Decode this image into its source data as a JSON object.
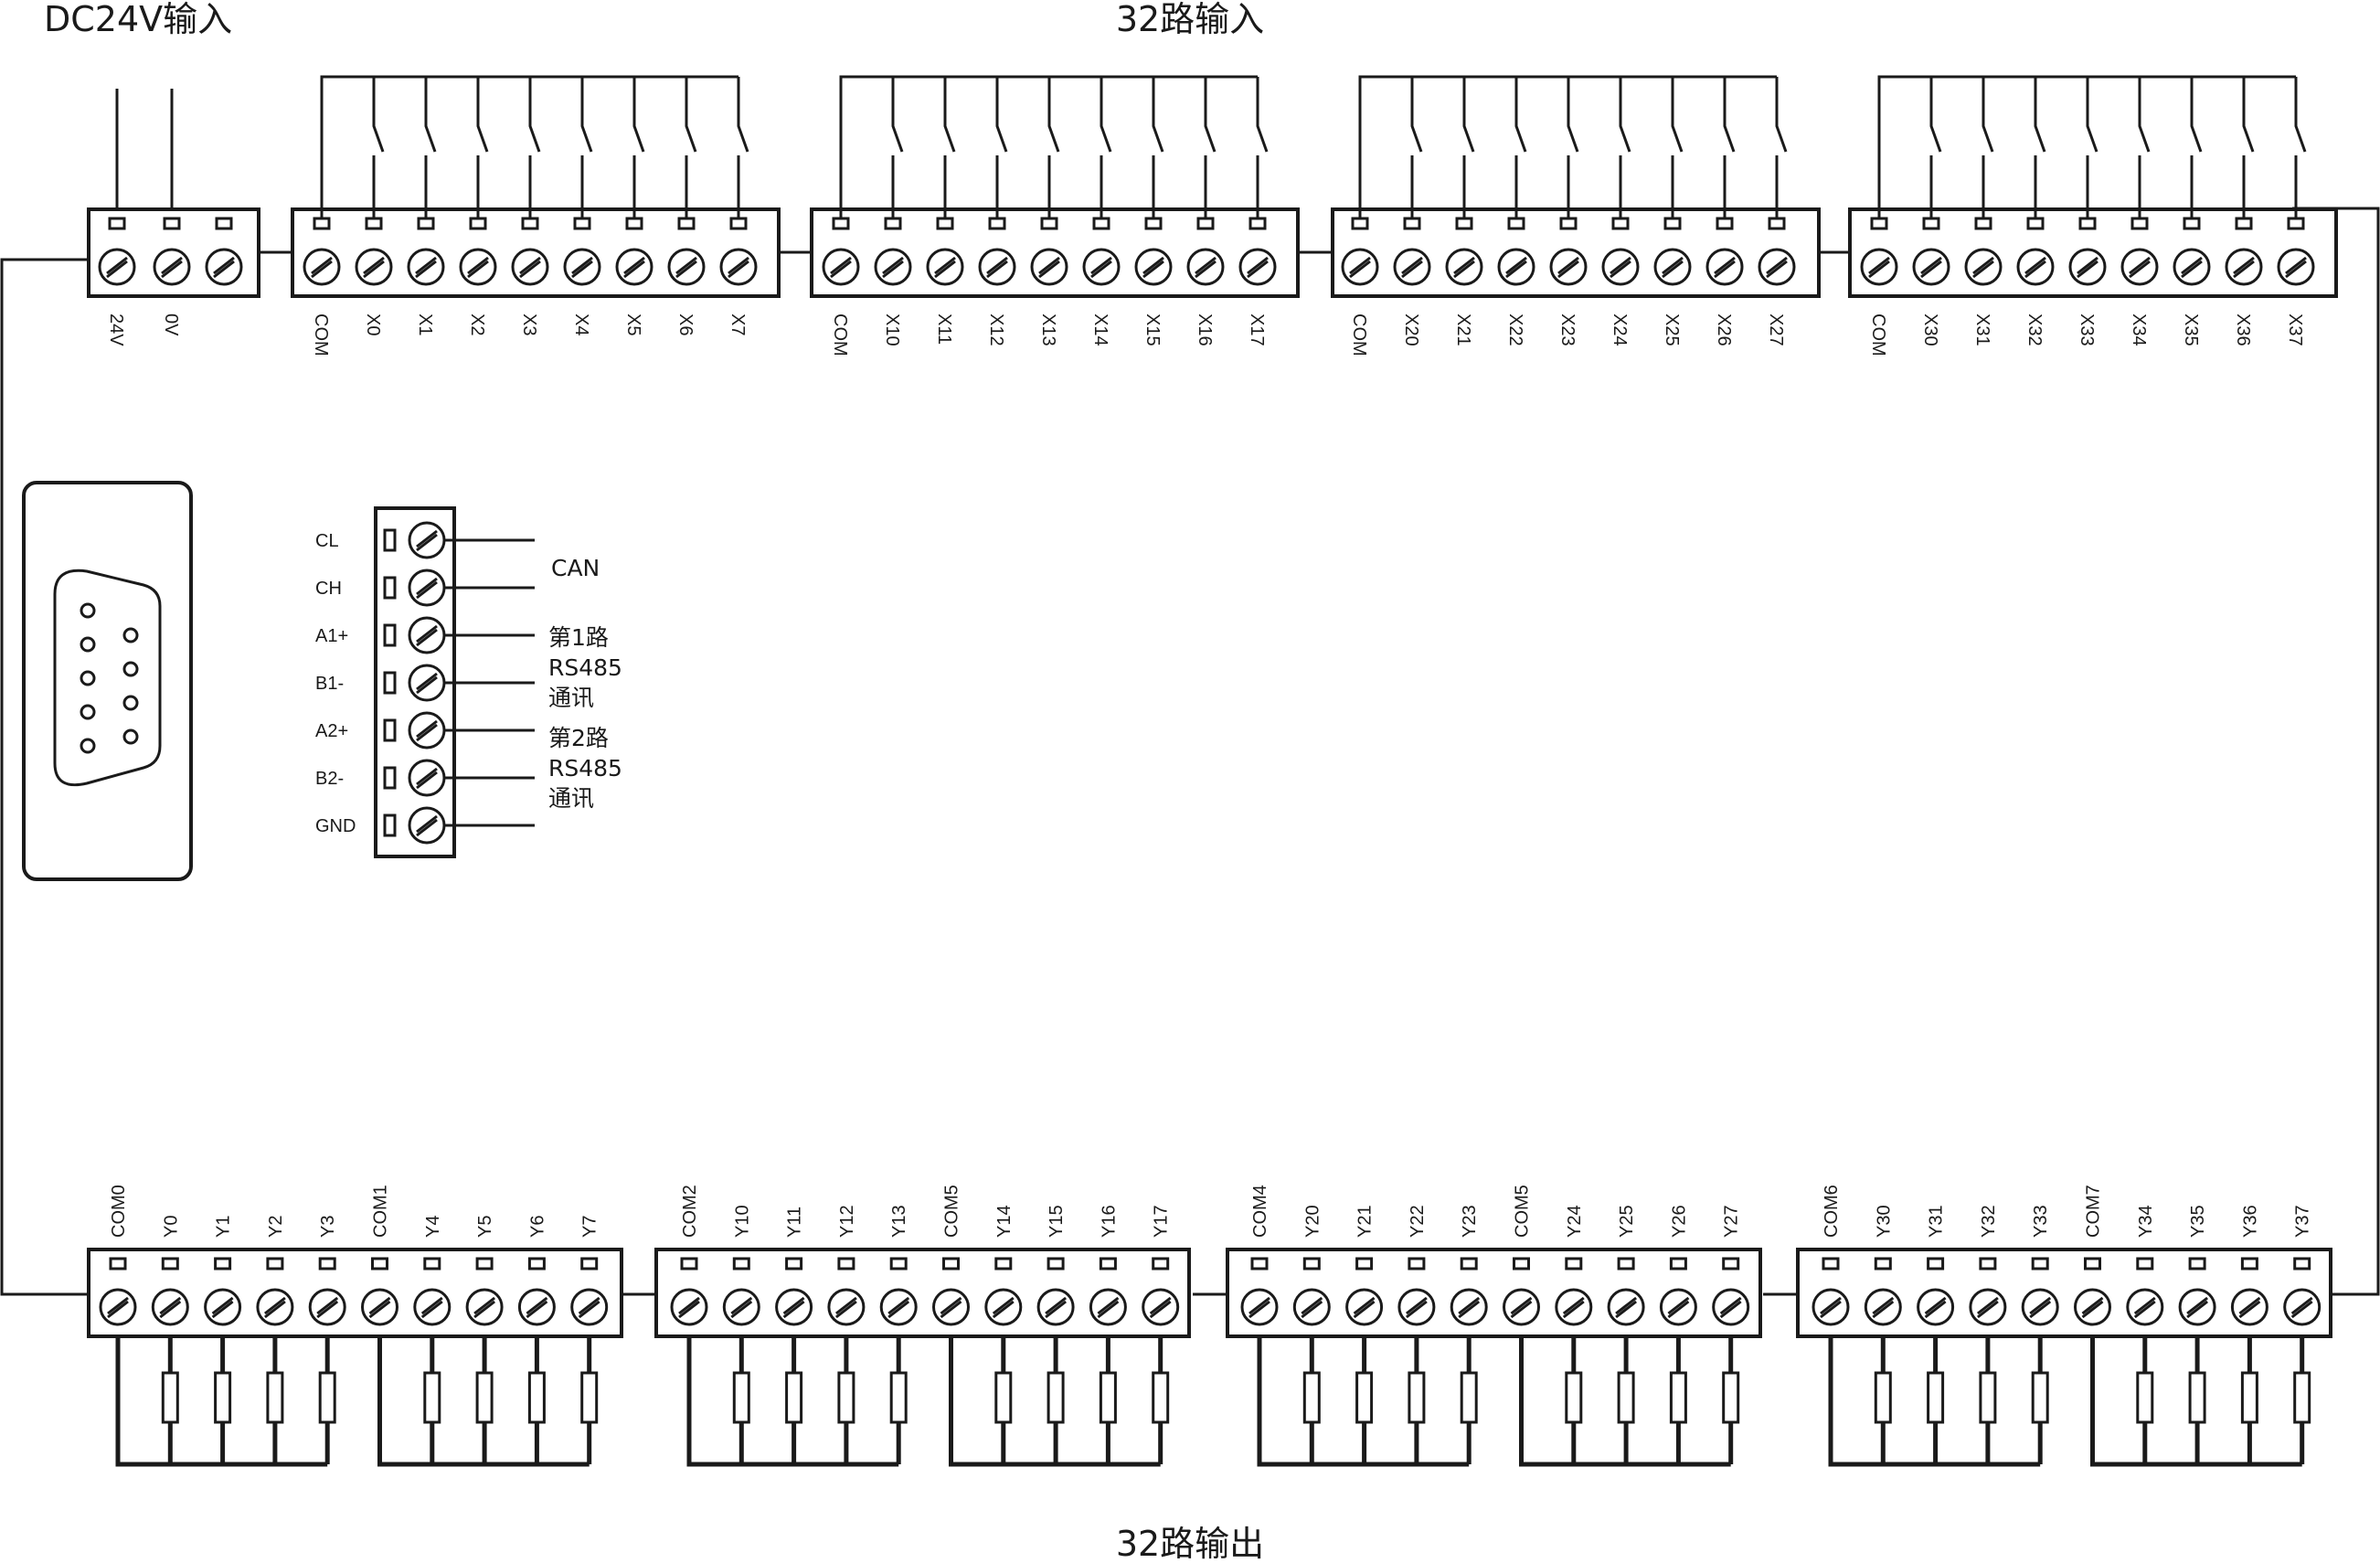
{
  "titles": {
    "power": "DC24V输入",
    "inputs": "32路输入",
    "outputs": "32路输出"
  },
  "power_terminal": {
    "labels": [
      "24V",
      "0V",
      ""
    ]
  },
  "input_blocks": [
    {
      "labels": [
        "COM",
        "X0",
        "X1",
        "X2",
        "X3",
        "X4",
        "X5",
        "X6",
        "X7"
      ]
    },
    {
      "labels": [
        "COM",
        "X10",
        "X11",
        "X12",
        "X13",
        "X14",
        "X15",
        "X16",
        "X17"
      ]
    },
    {
      "labels": [
        "COM",
        "X20",
        "X21",
        "X22",
        "X23",
        "X24",
        "X25",
        "X26",
        "X27"
      ]
    },
    {
      "labels": [
        "COM",
        "X30",
        "X31",
        "X32",
        "X33",
        "X34",
        "X35",
        "X36",
        "X37"
      ]
    }
  ],
  "output_blocks": [
    {
      "labels": [
        "COM0",
        "Y0",
        "Y1",
        "Y2",
        "Y3",
        "COM1",
        "Y4",
        "Y5",
        "Y6",
        "Y7"
      ]
    },
    {
      "labels": [
        "COM2",
        "Y10",
        "Y11",
        "Y12",
        "Y13",
        "COM5",
        "Y14",
        "Y15",
        "Y16",
        "Y17"
      ]
    },
    {
      "labels": [
        "COM4",
        "Y20",
        "Y21",
        "Y22",
        "Y23",
        "COM5",
        "Y24",
        "Y25",
        "Y26",
        "Y27"
      ]
    },
    {
      "labels": [
        "COM6",
        "Y30",
        "Y31",
        "Y32",
        "Y33",
        "COM7",
        "Y34",
        "Y35",
        "Y36",
        "Y37"
      ]
    }
  ],
  "comm_terminal": {
    "labels": [
      "CL",
      "CH",
      "A1+",
      "B1-",
      "A2+",
      "B2-",
      "GND"
    ],
    "notes": {
      "can": "CAN",
      "rs485_1": [
        "第1路",
        "RS485",
        "通讯"
      ],
      "rs485_2": [
        "第2路",
        "RS485",
        "通讯"
      ]
    }
  },
  "db9_port": {
    "pins": 9
  }
}
